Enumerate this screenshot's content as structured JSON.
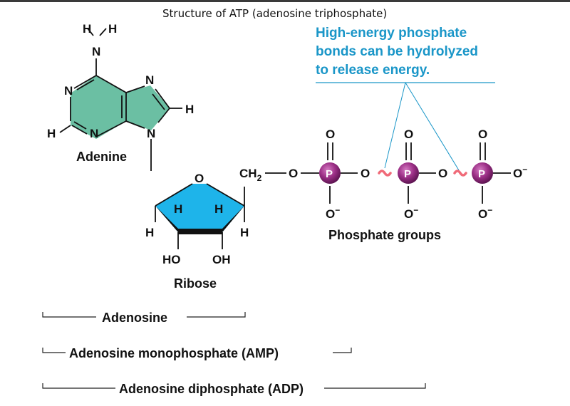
{
  "title": "Structure of ATP (adenosine triphosphate)",
  "annotation": {
    "lines": [
      "High-energy phosphate",
      "bonds can be hydrolyzed",
      "to release energy."
    ],
    "color": "#1a96c8"
  },
  "adenine": {
    "label": "Adenine",
    "color": "#6bbfa3",
    "atoms": {
      "amine_n": "N",
      "amine_h1": "H",
      "amine_h2": "H",
      "n1": "N",
      "n3": "N",
      "n7": "N",
      "n9": "N",
      "h2": "H",
      "h8": "H"
    }
  },
  "ribose": {
    "label": "Ribose",
    "color": "#1eb4ea",
    "atoms": {
      "o": "O",
      "h_left_in": "H",
      "h_right_in": "H",
      "h_left_out": "H",
      "h_right_out": "H",
      "ho": "HO",
      "oh": "OH",
      "ch2": "CH",
      "ch2_sub": "2"
    }
  },
  "phosphates": {
    "label": "Phosphate groups",
    "color": "#9c2f86",
    "bond_color": "#f06a78",
    "linker_o": "O",
    "p": "P",
    "o_double": "O",
    "o_minus": "O",
    "minus": "−",
    "bridge_o": "O",
    "terminal_o": "O"
  },
  "brackets": [
    {
      "label": "Adenosine"
    },
    {
      "label": "Adenosine monophosphate (AMP)"
    },
    {
      "label": "Adenosine diphosphate (ADP)"
    }
  ]
}
